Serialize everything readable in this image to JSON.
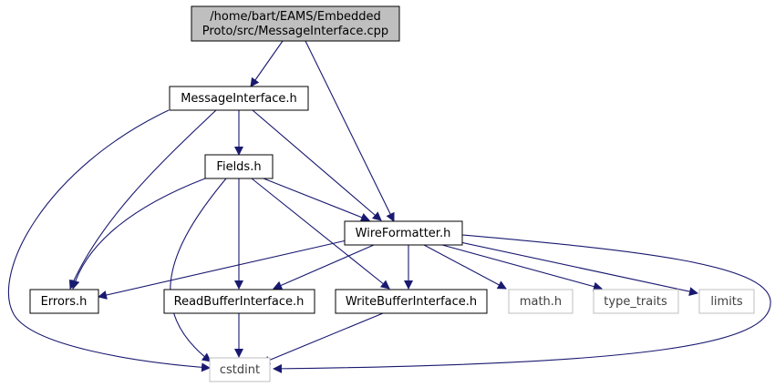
{
  "colors": {
    "root_fill": "#bfbfbf",
    "node_fill": "#ffffff",
    "node_border": "#000000",
    "external_border": "#bfbfbf",
    "external_text": "#404040",
    "edge": "#191970"
  },
  "nodes": {
    "root": {
      "line1": "/home/bart/EAMS/Embedded",
      "line2": "Proto/src/MessageInterface.cpp"
    },
    "message_interface": {
      "label": "MessageInterface.h"
    },
    "fields": {
      "label": "Fields.h"
    },
    "wire_formatter": {
      "label": "WireFormatter.h"
    },
    "errors": {
      "label": "Errors.h"
    },
    "read_buffer_interface": {
      "label": "ReadBufferInterface.h"
    },
    "write_buffer_interface": {
      "label": "WriteBufferInterface.h"
    },
    "math": {
      "label": "math.h"
    },
    "type_traits": {
      "label": "type_traits"
    },
    "limits": {
      "label": "limits"
    },
    "cstdint": {
      "label": "cstdint"
    }
  }
}
